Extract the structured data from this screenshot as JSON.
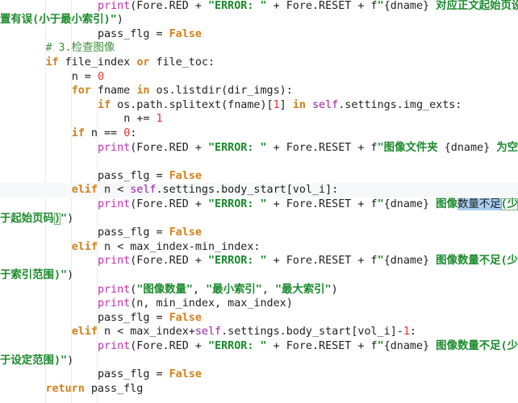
{
  "lines": [
    {
      "indent": 15,
      "tokens": [
        [
          "fn",
          "print"
        ],
        [
          "id",
          "(Fore.RED + "
        ],
        [
          "str",
          "\"ERROR: \""
        ],
        [
          "id",
          " + Fore.RESET + f"
        ],
        [
          "str",
          "\""
        ],
        [
          "id",
          "{dname}"
        ],
        [
          "str",
          " 对应正文起始页设"
        ]
      ]
    },
    {
      "indent": 0,
      "tokens": [
        [
          "str",
          "置有误(小于最小索引)\""
        ],
        [
          "id",
          ")"
        ]
      ]
    },
    {
      "indent": 15,
      "tokens": [
        [
          "id",
          "pass_flg = "
        ],
        [
          "kw",
          "False"
        ]
      ]
    },
    {
      "indent": 7,
      "tokens": [
        [
          "cm",
          "# 3.检查图像"
        ]
      ]
    },
    {
      "indent": 7,
      "tokens": [
        [
          "kw",
          "if"
        ],
        [
          "id",
          " file_index "
        ],
        [
          "kw",
          "or"
        ],
        [
          "id",
          " file_toc:"
        ]
      ]
    },
    {
      "indent": 11,
      "tokens": [
        [
          "id",
          "n = "
        ],
        [
          "num",
          "0"
        ]
      ]
    },
    {
      "indent": 11,
      "tokens": [
        [
          "kw",
          "for"
        ],
        [
          "id",
          " fname "
        ],
        [
          "kw",
          "in"
        ],
        [
          "id",
          " os.listdir(dir_imgs):"
        ]
      ]
    },
    {
      "indent": 15,
      "tokens": [
        [
          "kw",
          "if"
        ],
        [
          "id",
          " os.path.splitext(fname)["
        ],
        [
          "num",
          "1"
        ],
        [
          "id",
          "] "
        ],
        [
          "kw",
          "in"
        ],
        [
          "id",
          " "
        ],
        [
          "self",
          "self"
        ],
        [
          "id",
          ".settings.img_exts:"
        ]
      ]
    },
    {
      "indent": 19,
      "tokens": [
        [
          "id",
          "n += "
        ],
        [
          "num",
          "1"
        ]
      ]
    },
    {
      "indent": 11,
      "tokens": [
        [
          "kw",
          "if"
        ],
        [
          "id",
          " n == "
        ],
        [
          "num",
          "0"
        ],
        [
          "id",
          ":"
        ]
      ]
    },
    {
      "indent": 15,
      "tokens": [
        [
          "fn",
          "print"
        ],
        [
          "id",
          "(Fore.RED + "
        ],
        [
          "str",
          "\"ERROR: \""
        ],
        [
          "id",
          " + Fore.RESET + f"
        ],
        [
          "str",
          "\"图像文件夹 "
        ],
        [
          "id",
          "{dname}"
        ],
        [
          "str",
          " 为空\""
        ]
      ]
    },
    {
      "indent": 0,
      "tokens": []
    },
    {
      "indent": 15,
      "tokens": [
        [
          "id",
          "pass_flg = "
        ],
        [
          "kw",
          "False"
        ]
      ]
    },
    {
      "indent": 11,
      "current": true,
      "tokens": [
        [
          "kw",
          "elif"
        ],
        [
          "id",
          " n < "
        ],
        [
          "self",
          "self"
        ],
        [
          "id",
          ".settings.body_start[vol_i]:"
        ]
      ]
    },
    {
      "indent": 15,
      "tokens": [
        [
          "fn",
          "print"
        ],
        [
          "id",
          "(Fore.RED + "
        ],
        [
          "str",
          "\"ERROR: \""
        ],
        [
          "id",
          " + Fore.RESET + f"
        ],
        [
          "str",
          "\""
        ],
        [
          "id",
          "{dname}"
        ],
        [
          "str",
          " 图像"
        ],
        [
          "hl",
          "数量不足"
        ],
        [
          "br",
          "(少"
        ]
      ]
    },
    {
      "indent": 0,
      "tokens": [
        [
          "str",
          "于起始页码"
        ],
        [
          "br",
          ")"
        ],
        [
          "str",
          "\""
        ],
        [
          "id",
          ")"
        ]
      ]
    },
    {
      "indent": 15,
      "tokens": [
        [
          "id",
          "pass_flg = "
        ],
        [
          "kw",
          "False"
        ]
      ]
    },
    {
      "indent": 11,
      "tokens": [
        [
          "kw",
          "elif"
        ],
        [
          "id",
          " n < max_index-min_index:"
        ]
      ]
    },
    {
      "indent": 15,
      "tokens": [
        [
          "fn",
          "print"
        ],
        [
          "id",
          "(Fore.RED + "
        ],
        [
          "str",
          "\"ERROR: \""
        ],
        [
          "id",
          " + Fore.RESET + f"
        ],
        [
          "str",
          "\""
        ],
        [
          "id",
          "{dname}"
        ],
        [
          "str",
          " 图像数量不足(少"
        ]
      ]
    },
    {
      "indent": 0,
      "tokens": [
        [
          "str",
          "于索引范围)\""
        ],
        [
          "id",
          ")"
        ]
      ]
    },
    {
      "indent": 15,
      "tokens": [
        [
          "fn",
          "print"
        ],
        [
          "id",
          "("
        ],
        [
          "str",
          "\"图像数量\""
        ],
        [
          "id",
          ", "
        ],
        [
          "str",
          "\"最小索引\""
        ],
        [
          "id",
          ", "
        ],
        [
          "str",
          "\"最大索引\""
        ],
        [
          "id",
          ")"
        ]
      ]
    },
    {
      "indent": 15,
      "tokens": [
        [
          "fn",
          "print"
        ],
        [
          "id",
          "(n, min_index, max_index)"
        ]
      ]
    },
    {
      "indent": 15,
      "tokens": [
        [
          "id",
          "pass_flg = "
        ],
        [
          "kw",
          "False"
        ]
      ]
    },
    {
      "indent": 11,
      "tokens": [
        [
          "kw",
          "elif"
        ],
        [
          "id",
          " n < max_index+"
        ],
        [
          "self",
          "self"
        ],
        [
          "id",
          ".settings.body_start[vol_i]-"
        ],
        [
          "num",
          "1"
        ],
        [
          "id",
          ":"
        ]
      ]
    },
    {
      "indent": 15,
      "tokens": [
        [
          "fn",
          "print"
        ],
        [
          "id",
          "(Fore.RED + "
        ],
        [
          "str",
          "\"ERROR: \""
        ],
        [
          "id",
          " + Fore.RESET + f"
        ],
        [
          "str",
          "\""
        ],
        [
          "id",
          "{dname}"
        ],
        [
          "str",
          " 图像数量不足(少"
        ]
      ]
    },
    {
      "indent": 0,
      "tokens": [
        [
          "str",
          "于设定范围)\""
        ],
        [
          "id",
          ")"
        ]
      ]
    },
    {
      "indent": 15,
      "tokens": [
        [
          "id",
          "pass_flg = "
        ],
        [
          "kw",
          "False"
        ]
      ]
    },
    {
      "indent": 7,
      "tokens": [
        [
          "kw",
          "return"
        ],
        [
          "id",
          " pass_flg"
        ]
      ]
    }
  ]
}
